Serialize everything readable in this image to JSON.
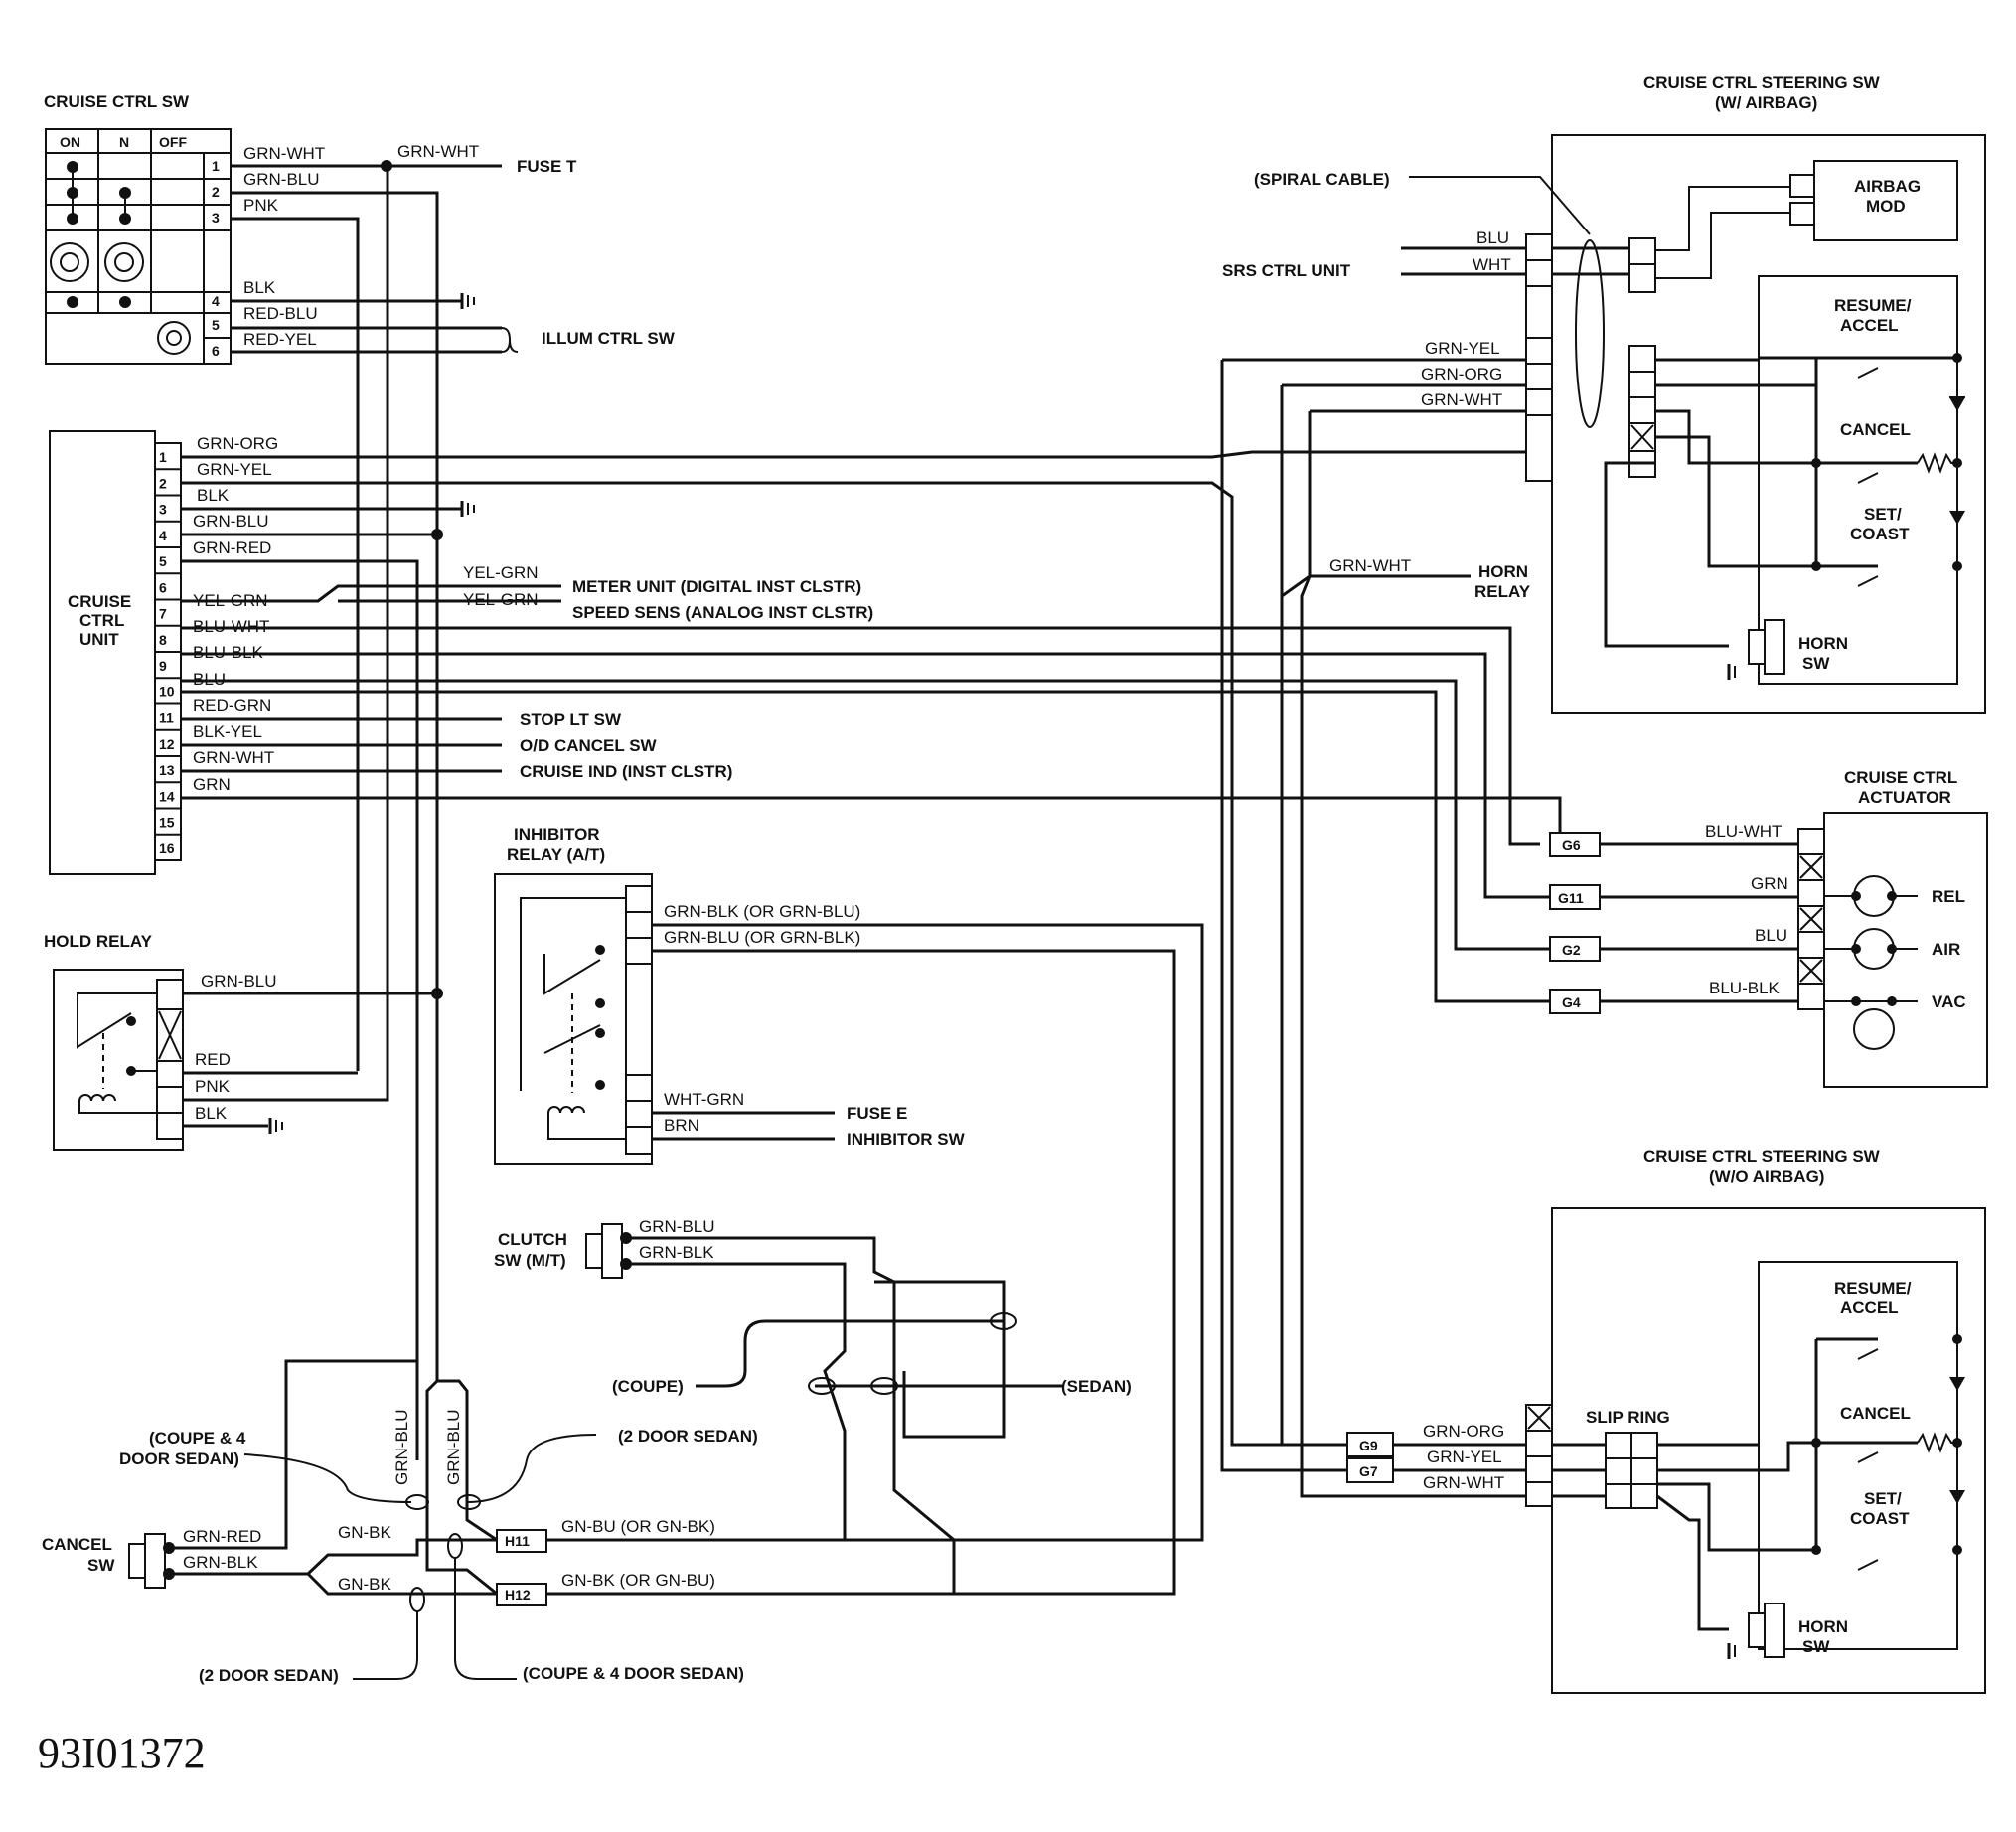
{
  "diagram_id": "93I01372",
  "cruise_ctrl_sw": {
    "title": "CRUISE CTRL SW",
    "positions": [
      "ON",
      "N",
      "OFF"
    ],
    "pins": [
      "1",
      "2",
      "3",
      "4",
      "5",
      "6"
    ],
    "wires": [
      "GRN-WHT",
      "GRN-BLU",
      "PNK",
      "BLK",
      "RED-BLU",
      "RED-YEL"
    ]
  },
  "fuse_t": "FUSE T",
  "fuse_t_wire": "GRN-WHT",
  "illum_ctrl_sw": "ILLUM CTRL SW",
  "cruise_ctrl_unit": {
    "title_line1": "CRUISE",
    "title_line2": "CTRL",
    "title_line3": "UNIT",
    "pins": [
      "1",
      "2",
      "3",
      "4",
      "5",
      "6",
      "7",
      "8",
      "9",
      "10",
      "11",
      "12",
      "13",
      "14",
      "15",
      "16"
    ],
    "wires": [
      "GRN-ORG",
      "GRN-YEL",
      "BLK",
      "GRN-BLU",
      "GRN-RED",
      "YEL-GRN",
      "BLU-WHT",
      "BLU-BLK",
      "BLU",
      "RED-GRN",
      "BLK-YEL",
      "GRN-WHT",
      "GRN"
    ]
  },
  "meter_unit": {
    "wire": "YEL-GRN",
    "label": "METER UNIT (DIGITAL INST CLSTR)"
  },
  "speed_sens": {
    "wire": "YEL-GRN",
    "label": "SPEED SENS (ANALOG INST CLSTR)"
  },
  "stop_lt_sw": "STOP LT SW",
  "od_cancel_sw": "O/D CANCEL SW",
  "cruise_ind": "CRUISE IND (INST CLSTR)",
  "hold_relay": {
    "title": "HOLD RELAY",
    "wires": [
      "GRN-BLU",
      "RED",
      "PNK",
      "BLK"
    ]
  },
  "inhibitor_relay": {
    "title_line1": "INHIBITOR",
    "title_line2": "RELAY (A/T)",
    "wires": [
      "GRN-BLK (OR GRN-BLU)",
      "GRN-BLU (OR GRN-BLK)",
      "WHT-GRN",
      "BRN"
    ]
  },
  "fuse_e": "FUSE E",
  "inhibitor_sw": "INHIBITOR SW",
  "clutch_sw": {
    "title_line1": "CLUTCH",
    "title_line2": "SW (M/T)",
    "wires": [
      "GRN-BLU",
      "GRN-BLK"
    ]
  },
  "coupe_label": "(COUPE)",
  "sedan_label": "(SEDAN)",
  "coupe_4door_sedan_top_line1": "(COUPE & 4",
  "coupe_4door_sedan_top_line2": "DOOR SEDAN)",
  "two_door_sedan_top": "(2 DOOR SEDAN)",
  "two_door_sedan_bottom": "(2 DOOR SEDAN)",
  "coupe_4door_sedan_bottom": "(COUPE & 4 DOOR SEDAN)",
  "vertical_wires": [
    "GRN-BLU",
    "GRN-BLU"
  ],
  "cancel_sw": {
    "title_line1": "CANCEL",
    "title_line2": "SW",
    "wires": [
      "GRN-RED",
      "GRN-BLK"
    ]
  },
  "gn_bk_1": "GN-BK",
  "gn_bk_2": "GN-BK",
  "h11": {
    "id": "H11",
    "wire": "GN-BU (OR GN-BK)"
  },
  "h12": {
    "id": "H12",
    "wire": "GN-BK (OR GN-BU)"
  },
  "steering_sw_airbag": {
    "title_line1": "CRUISE CTRL STEERING SW",
    "title_line2": "(W/ AIRBAG)",
    "spiral_cable": "(SPIRAL CABLE)",
    "srs_ctrl_unit": "SRS CTRL UNIT",
    "srs_wires": [
      "BLU",
      "WHT"
    ],
    "wires": [
      "GRN-YEL",
      "GRN-ORG",
      "GRN-WHT"
    ],
    "airbag_mod_line1": "AIRBAG",
    "airbag_mod_line2": "MOD",
    "resume_line1": "RESUME/",
    "resume_line2": "ACCEL",
    "cancel": "CANCEL",
    "set_line1": "SET/",
    "set_line2": "COAST",
    "horn_line1": "HORN",
    "horn_line2": "SW"
  },
  "horn_relay": {
    "wire": "GRN-WHT",
    "line1": "HORN",
    "line2": "RELAY"
  },
  "actuator": {
    "title_line1": "CRUISE CTRL",
    "title_line2": "ACTUATOR",
    "connectors": [
      "G6",
      "G11",
      "G2",
      "G4"
    ],
    "wires": [
      "BLU-WHT",
      "GRN",
      "BLU",
      "BLU-BLK"
    ],
    "ports": [
      "REL",
      "AIR",
      "VAC"
    ]
  },
  "steering_sw_no_airbag": {
    "title_line1": "CRUISE CTRL STEERING SW",
    "title_line2": "(W/O AIRBAG)",
    "slip_ring": "SLIP RING",
    "connectors": [
      "G9",
      "G7"
    ],
    "wires": [
      "GRN-ORG",
      "GRN-YEL",
      "GRN-WHT"
    ],
    "resume_line1": "RESUME/",
    "resume_line2": "ACCEL",
    "cancel": "CANCEL",
    "set_line1": "SET/",
    "set_line2": "COAST",
    "horn_line1": "HORN",
    "horn_line2": "SW"
  }
}
